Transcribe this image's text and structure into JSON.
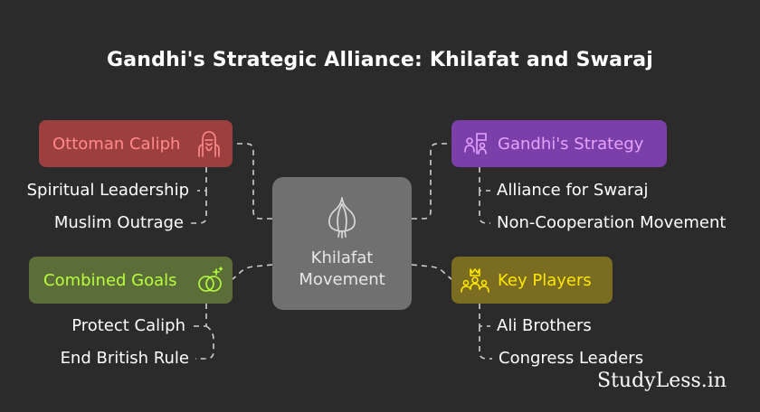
{
  "title": "Gandhi's Strategic Alliance: Khilafat and Swaraj",
  "center": {
    "label": "Khilafat Movement",
    "icon": "garlic-bulb-icon"
  },
  "topics": {
    "ottoman": {
      "label": "Ottoman Caliph",
      "icon": "caliph-portrait-icon",
      "color": "#9e3f3f",
      "text_color": "#ff8a8a",
      "items": [
        "Spiritual Leadership",
        "Muslim Outrage"
      ]
    },
    "strategy": {
      "label": "Gandhi's Strategy",
      "icon": "strategy-people-flag-icon",
      "color": "#7a3fa8",
      "text_color": "#e6a3ff",
      "items": [
        "Alliance for Swaraj",
        "Non-Cooperation Movement"
      ]
    },
    "goals": {
      "label": "Combined Goals",
      "icon": "rings-icon",
      "color": "#5b6e3a",
      "text_color": "#b9ff3a",
      "items": [
        "Protect Caliph",
        "End British Rule"
      ]
    },
    "players": {
      "label": "Key Players",
      "icon": "crowned-group-icon",
      "color": "#7a6d22",
      "text_color": "#ffe600",
      "items": [
        "Ali Brothers",
        "Congress Leaders"
      ]
    }
  },
  "watermark": "StudyLess.in"
}
